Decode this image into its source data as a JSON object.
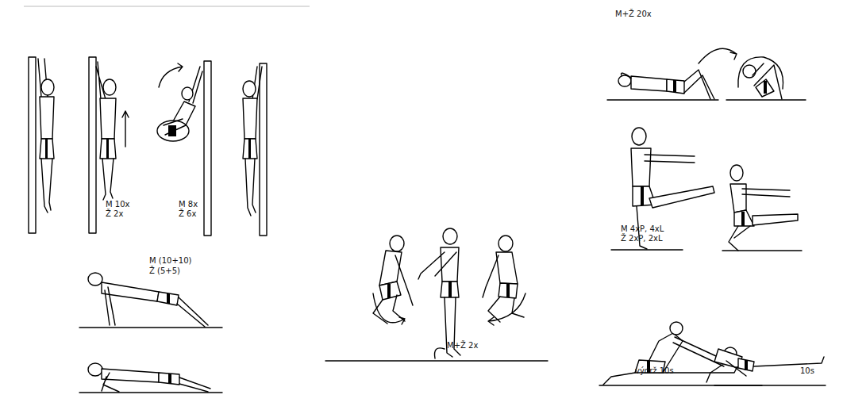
{
  "diagram": {
    "labels": [
      "M 10x",
      "Ž 2x",
      "M 8x",
      "Ž 6x",
      "M (10+10)",
      "Ž (5+5)",
      "M+Ž 2x",
      "M+Ž 20x",
      "M 4xP, 4xL",
      "Ž 2xP, 2xL",
      "výdrž 10s",
      "10s"
    ]
  }
}
